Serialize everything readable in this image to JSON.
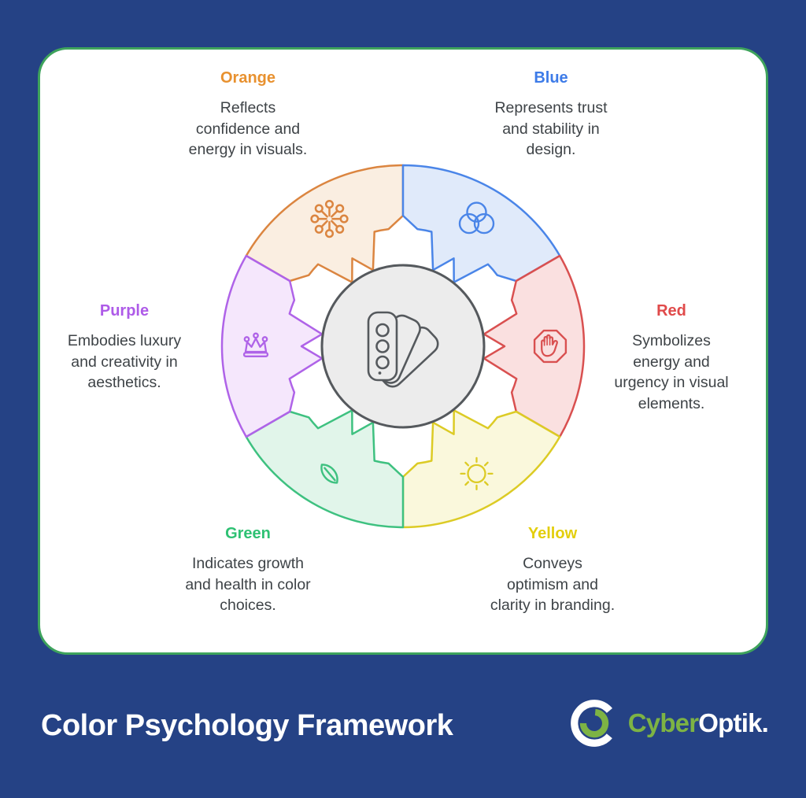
{
  "page": {
    "background": "#254285"
  },
  "card": {
    "background": "#FFFFFF",
    "border_color": "#3EA35C"
  },
  "center": {
    "icon": "palette-swatches-icon",
    "fill": "#ECECEC",
    "stroke": "#55595D"
  },
  "segments": [
    {
      "id": "orange",
      "label": "Orange",
      "label_color": "#E8912F",
      "stroke": "#DB8540",
      "fill": "#FAEEE1",
      "icon": "network-hub-icon",
      "description": "Reflects confidence and energy in visuals.",
      "lines": [
        "Reflects",
        "confidence and",
        "energy in visuals."
      ]
    },
    {
      "id": "blue",
      "label": "Blue",
      "label_color": "#3D7BE8",
      "stroke": "#4A85E8",
      "fill": "#E0EAFA",
      "icon": "overlapping-circles-icon",
      "description": "Represents trust and stability in design.",
      "lines": [
        "Represents trust",
        "and stability in",
        "design."
      ]
    },
    {
      "id": "red",
      "label": "Red",
      "label_color": "#E04A4A",
      "stroke": "#D95050",
      "fill": "#FAE0E0",
      "icon": "stop-hand-icon",
      "description": "Symbolizes energy and urgency in visual elements.",
      "lines": [
        "Symbolizes",
        "energy and",
        "urgency in visual",
        "elements."
      ]
    },
    {
      "id": "yellow",
      "label": "Yellow",
      "label_color": "#E3CE0C",
      "stroke": "#DCCB25",
      "fill": "#FAF8DC",
      "icon": "sun-icon",
      "description": "Conveys optimism and clarity in branding.",
      "lines": [
        "Conveys",
        "optimism and",
        "clarity in branding."
      ]
    },
    {
      "id": "green",
      "label": "Green",
      "label_color": "#2EC173",
      "stroke": "#3EC180",
      "fill": "#E1F5EA",
      "icon": "leaf-icon",
      "description": "Indicates growth and health in color choices.",
      "lines": [
        "Indicates growth",
        "and health in color",
        "choices."
      ]
    },
    {
      "id": "purple",
      "label": "Purple",
      "label_color": "#AE5BE8",
      "stroke": "#AF63E8",
      "fill": "#F5E7FC",
      "icon": "crown-icon",
      "description": "Embodies luxury and creativity in aesthetics.",
      "lines": [
        "Embodies luxury",
        "and creativity in",
        "aesthetics."
      ]
    }
  ],
  "footer": {
    "title": "Color Psychology Framework",
    "title_color": "#FFFFFF",
    "logo": {
      "text_primary": "Cyber",
      "text_secondary": "Optik.",
      "primary_color": "#7DB344",
      "secondary_color": "#FFFFFF"
    }
  }
}
